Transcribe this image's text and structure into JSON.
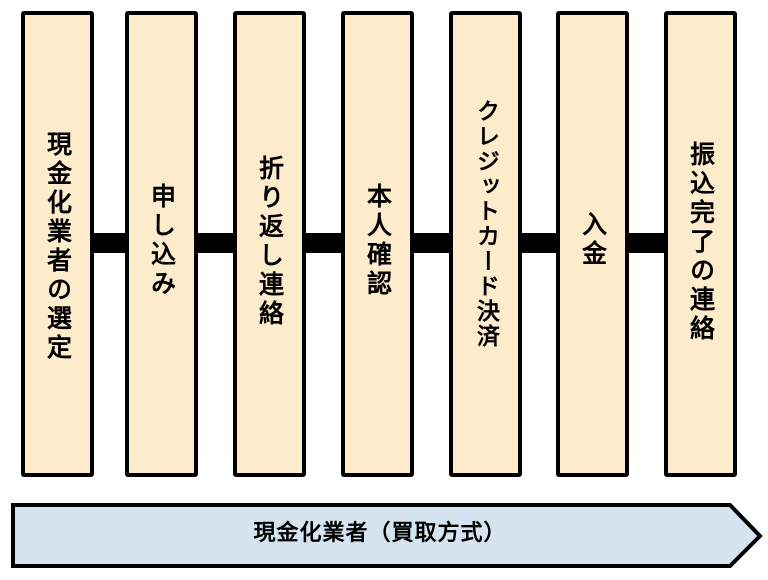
{
  "colors": {
    "box_fill": "#fdeccb",
    "box_border": "#000000",
    "arrow_fill": "#d6e4f1",
    "connector": "#000000"
  },
  "steps": [
    {
      "label": "現金化業者の選定"
    },
    {
      "label": "申し込み"
    },
    {
      "label": "折り返し連絡"
    },
    {
      "label": "本人確認"
    },
    {
      "label": "クレジットカード決済"
    },
    {
      "label": "入金"
    },
    {
      "label": "振込完了の連絡"
    }
  ],
  "arrow": {
    "label": "現金化業者（買取方式）"
  }
}
